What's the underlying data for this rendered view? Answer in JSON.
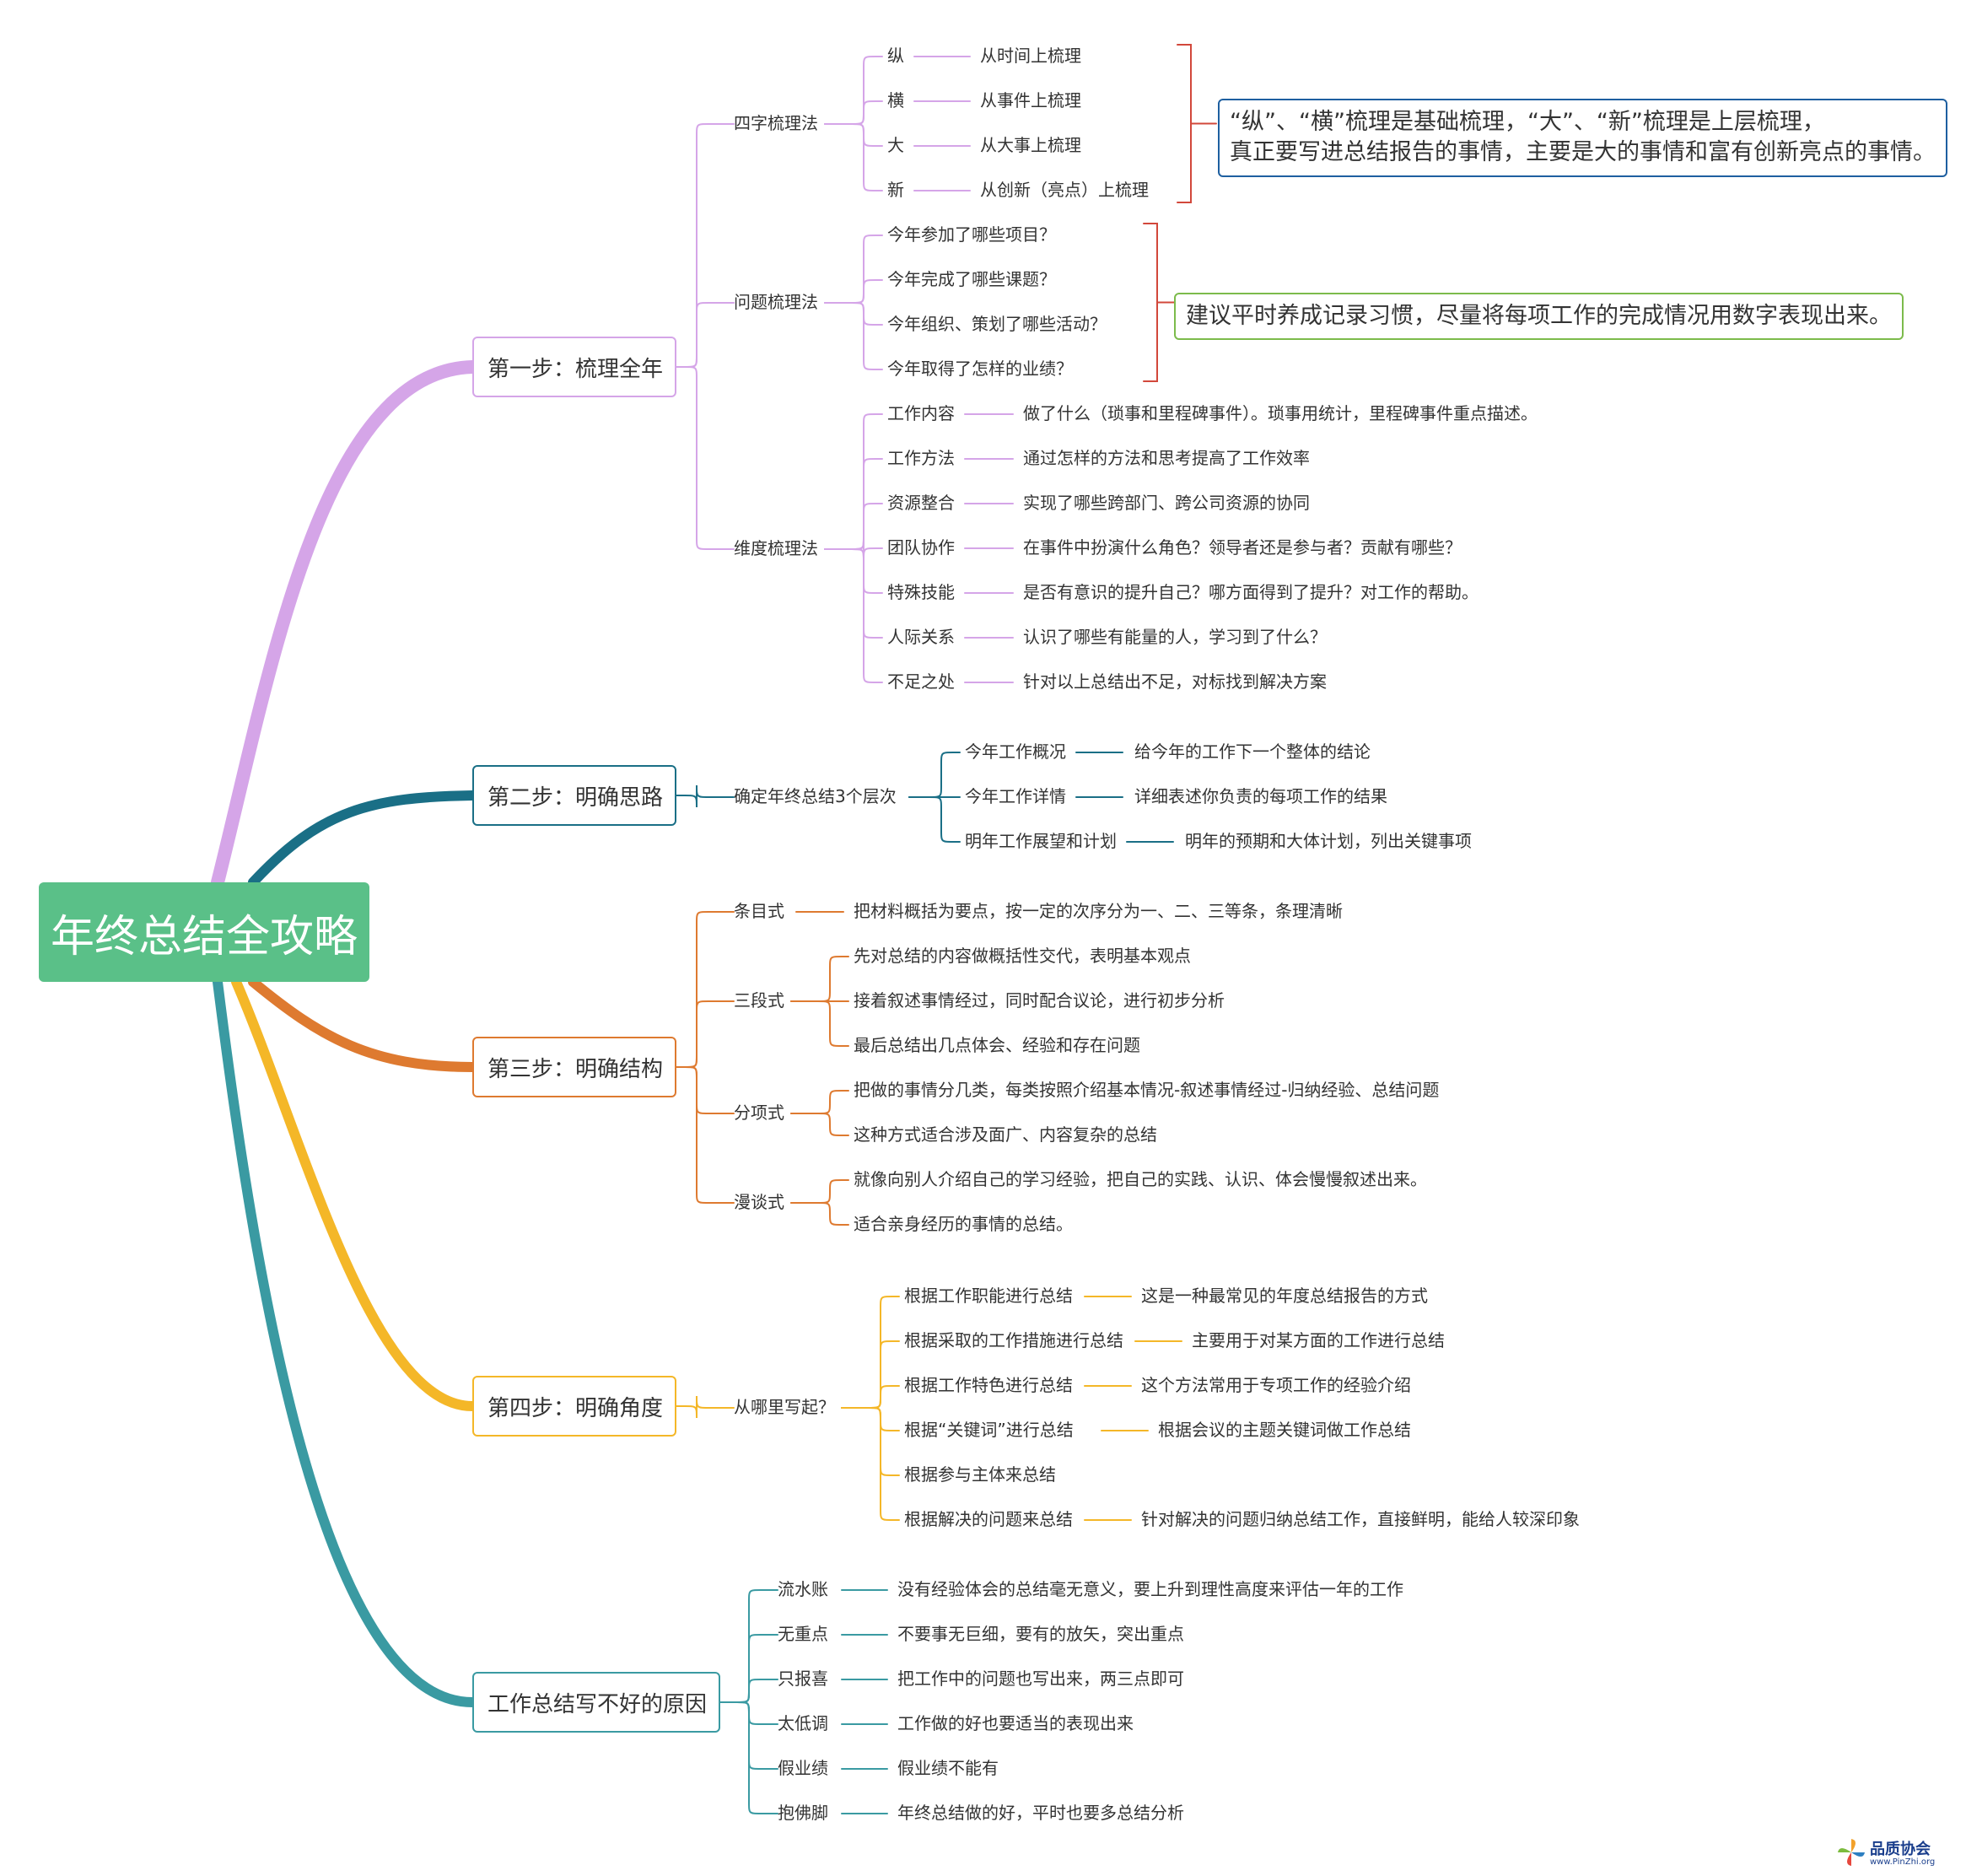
{
  "root": {
    "label": "年终总结全攻略",
    "color": "#5ac088"
  },
  "branches": [
    {
      "label": "第一步：梳理全年",
      "color": "#d5a5e8",
      "groups": [
        {
          "label": "四字梳理法",
          "items": [
            {
              "label": "纵",
              "detail": "从时间上梳理"
            },
            {
              "label": "横",
              "detail": "从事件上梳理"
            },
            {
              "label": "大",
              "detail": "从大事上梳理"
            },
            {
              "label": "新",
              "detail": "从创新（亮点）上梳理"
            }
          ],
          "note": {
            "lines": [
              "“纵”、“横”梳理是基础梳理，“大”、“新”梳理是上层梳理，",
              "真正要写进总结报告的事情，主要是大的事情和富有创新亮点的事情。"
            ],
            "border": "#1e5fa0",
            "bracket": "#d2483b"
          }
        },
        {
          "label": "问题梳理法",
          "items": [
            {
              "label": "今年参加了哪些项目？"
            },
            {
              "label": "今年完成了哪些课题？"
            },
            {
              "label": "今年组织、策划了哪些活动？"
            },
            {
              "label": "今年取得了怎样的业绩？"
            }
          ],
          "note": {
            "lines": [
              "建议平时养成记录习惯，尽量将每项工作的完成情况用数字表现出来。"
            ],
            "border": "#7cbb4b",
            "bracket": "#d2483b"
          }
        },
        {
          "label": "维度梳理法",
          "items": [
            {
              "label": "工作内容",
              "detail": "做了什么（琐事和里程碑事件）。琐事用统计，里程碑事件重点描述。"
            },
            {
              "label": "工作方法",
              "detail": "通过怎样的方法和思考提高了工作效率"
            },
            {
              "label": "资源整合",
              "detail": "实现了哪些跨部门、跨公司资源的协同"
            },
            {
              "label": "团队协作",
              "detail": "在事件中扮演什么角色？领导者还是参与者？贡献有哪些？"
            },
            {
              "label": "特殊技能",
              "detail": "是否有意识的提升自己？哪方面得到了提升？对工作的帮助。"
            },
            {
              "label": "人际关系",
              "detail": "认识了哪些有能量的人，学习到了什么？"
            },
            {
              "label": "不足之处",
              "detail": "针对以上总结出不足，对标找到解决方案"
            }
          ]
        }
      ]
    },
    {
      "label": "第二步：明确思路",
      "color": "#1a6f86",
      "groups": [
        {
          "label": "确定年终总结3个层次",
          "items": [
            {
              "label": "今年工作概况",
              "detail": "给今年的工作下一个整体的结论"
            },
            {
              "label": "今年工作详情",
              "detail": "详细表述你负责的每项工作的结果"
            },
            {
              "label": "明年工作展望和计划",
              "detail": "明年的预期和大体计划，列出关键事项"
            }
          ]
        }
      ]
    },
    {
      "label": "第三步：明确结构",
      "color": "#de7a30",
      "groups": [
        {
          "label": "条目式",
          "items": [
            {
              "label": "把材料概括为要点，按一定的次序分为一、二、三等条，条理清晰"
            }
          ]
        },
        {
          "label": "三段式",
          "items": [
            {
              "label": "先对总结的内容做概括性交代，表明基本观点"
            },
            {
              "label": "接着叙述事情经过，同时配合议论，进行初步分析"
            },
            {
              "label": "最后总结出几点体会、经验和存在问题"
            }
          ]
        },
        {
          "label": "分项式",
          "items": [
            {
              "label": "把做的事情分几类，每类按照介绍基本情况-叙述事情经过-归纳经验、总结问题"
            },
            {
              "label": "这种方式适合涉及面广、内容复杂的总结"
            }
          ]
        },
        {
          "label": "漫谈式",
          "items": [
            {
              "label": "就像向别人介绍自己的学习经验，把自己的实践、认识、体会慢慢叙述出来。"
            },
            {
              "label": "适合亲身经历的事情的总结。"
            }
          ]
        }
      ]
    },
    {
      "label": "第四步：明确角度",
      "color": "#f4b728",
      "groups": [
        {
          "label": "从哪里写起？",
          "items": [
            {
              "label": "根据工作职能进行总结",
              "detail": "这是一种最常见的年度总结报告的方式"
            },
            {
              "label": "根据采取的工作措施进行总结",
              "detail": "主要用于对某方面的工作进行总结"
            },
            {
              "label": "根据工作特色进行总结",
              "detail": "这个方法常用于专项工作的经验介绍"
            },
            {
              "label": "根据“关键词”进行总结",
              "detail": "根据会议的主题关键词做工作总结"
            },
            {
              "label": "根据参与主体来总结"
            },
            {
              "label": "根据解决的问题来总结",
              "detail": "针对解决的问题归纳总结工作，直接鲜明，能给人较深印象"
            }
          ]
        }
      ]
    },
    {
      "label": "工作总结写不好的原因",
      "color": "#3a9aa2",
      "groups": [
        {
          "label": "流水账",
          "items": [
            {
              "label": "没有经验体会的总结毫无意义，要上升到理性高度来评估一年的工作"
            }
          ]
        },
        {
          "label": "无重点",
          "items": [
            {
              "label": "不要事无巨细，要有的放矢，突出重点"
            }
          ]
        },
        {
          "label": "只报喜",
          "items": [
            {
              "label": "把工作中的问题也写出来，两三点即可"
            }
          ]
        },
        {
          "label": "太低调",
          "items": [
            {
              "label": "工作做的好也要适当的表现出来"
            }
          ]
        },
        {
          "label": "假业绩",
          "items": [
            {
              "label": "假业绩不能有"
            }
          ]
        },
        {
          "label": "抱佛脚",
          "items": [
            {
              "label": "年终总结做的好，平时也要多总结分析"
            }
          ]
        }
      ]
    }
  ],
  "logo": {
    "name": "品质协会",
    "url": "www.PinZhi.org",
    "icon": "pinwheel-logo-icon"
  }
}
